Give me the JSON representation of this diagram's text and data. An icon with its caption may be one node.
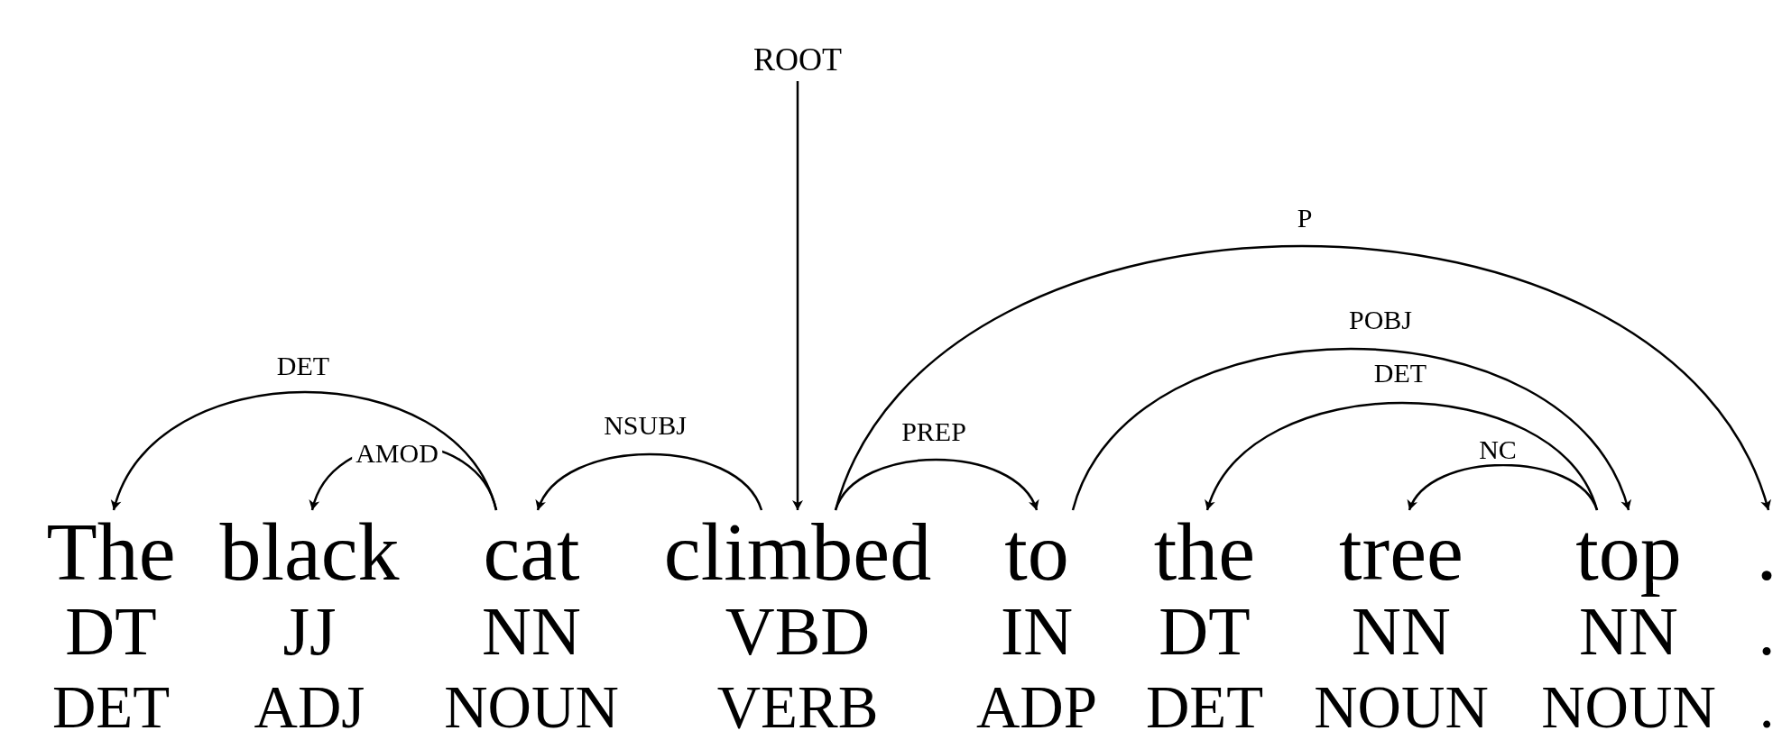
{
  "diagram": {
    "nodes": [
      {
        "text": [
          "ROOT"
        ]
      },
      {
        "text": [
          "The",
          "DT",
          "DET"
        ]
      },
      {
        "text": [
          "black",
          "JJ",
          "ADJ"
        ]
      },
      {
        "text": [
          "cat",
          "NN",
          "NOUN"
        ]
      },
      {
        "text": [
          "climbed",
          "VBD",
          "VERB"
        ]
      },
      {
        "text": [
          "to",
          "IN",
          "ADP"
        ]
      },
      {
        "text": [
          "the",
          "DT",
          "DET"
        ]
      },
      {
        "text": [
          "tree",
          "NN",
          "NOUN"
        ]
      },
      {
        "text": [
          "top",
          "NN",
          "NOUN"
        ]
      },
      {
        "text": [
          ".",
          ".",
          "."
        ]
      }
    ],
    "edges": [
      {
        "from": 3,
        "to": 1,
        "arrow": "to",
        "label": "DET"
      },
      {
        "from": 3,
        "to": 2,
        "arrow": "to",
        "label": "AMOD"
      },
      {
        "from": 4,
        "to": 3,
        "arrow": "to",
        "label": "NSUBJ"
      },
      {
        "from": 0,
        "to": 4,
        "arrow": "to"
      },
      {
        "from": 4,
        "to": 5,
        "arrow": "to",
        "label": "PREP"
      },
      {
        "from": 4,
        "to": 9,
        "arrow": "to",
        "label": "P"
      },
      {
        "from": 5,
        "to": 8,
        "arrow": "to",
        "label": "POBJ"
      },
      {
        "from": 8,
        "to": 6,
        "arrow": "to",
        "label": "DET"
      },
      {
        "from": 8,
        "to": 7,
        "arrow": "to",
        "label": "NC"
      }
    ]
  }
}
